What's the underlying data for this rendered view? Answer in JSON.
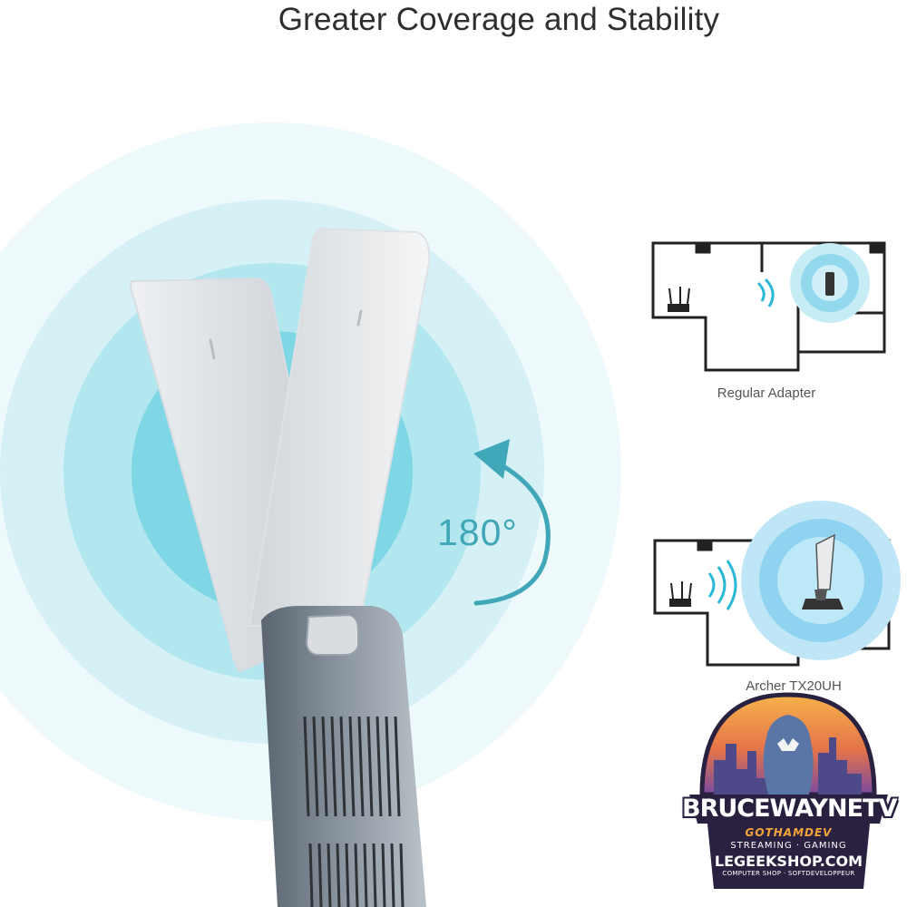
{
  "header": {
    "title": "Greater Coverage and Stability"
  },
  "hero": {
    "rotation_label": "180°"
  },
  "comparison": [
    {
      "caption": "Regular Adapter"
    },
    {
      "caption": "Archer TX20UH"
    }
  ],
  "watermark": {
    "main": "BRUCEWAYNETV",
    "sub": "GOTHAMDEV",
    "tagline": "STREAMING · GAMING",
    "shop": "LEGEEKSHOP.COM",
    "mini": "COMPUTER SHOP · SOFTDEVELOPPEUR"
  },
  "colors": {
    "accent": "#3fa7b8",
    "signal": "#29b8d6",
    "wave_outer": "#e6f7fa",
    "wave_mid": "#c9eef5",
    "wave_inner": "#a8e4ef"
  }
}
